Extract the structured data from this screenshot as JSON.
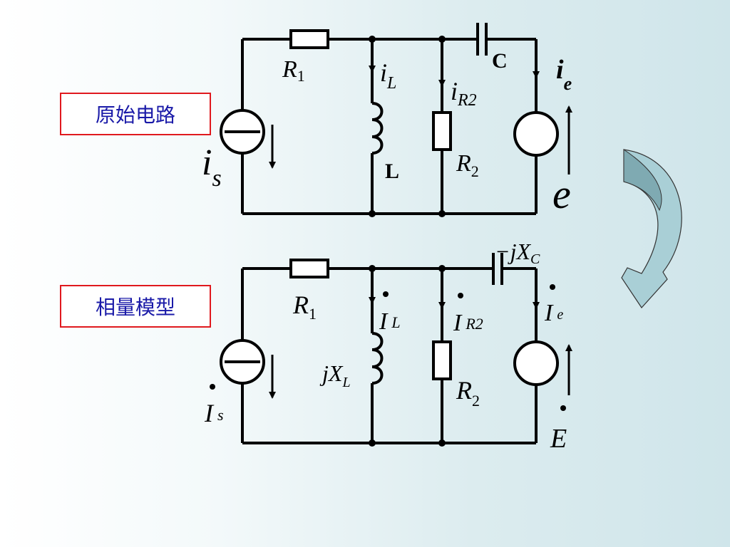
{
  "labels": {
    "original": "原始电路",
    "phasor": "相量模型"
  },
  "top_circuit": {
    "R1": "R",
    "R1_sub": "1",
    "iL": "i",
    "iL_sub": "L",
    "iR2": "i",
    "iR2_sub": "R2",
    "C": "C",
    "ie": "i",
    "ie_sub": "e",
    "is": "i",
    "is_sub": "s",
    "L": "L",
    "R2": "R",
    "R2_sub": "2",
    "e": "e"
  },
  "bottom_circuit": {
    "R1": "R",
    "R1_sub": "1",
    "XC": "−jX",
    "XC_sub": "C",
    "IL": "I",
    "IL_sub": "L",
    "IR2": "I",
    "IR2_sub": "R2",
    "Ie": "I",
    "Ie_sub": "e",
    "XL": "jX",
    "XL_sub": "L",
    "R2": "R",
    "R2_sub": "2",
    "Is": "I",
    "Is_sub": "s",
    "E": "E"
  },
  "colors": {
    "label_border": "#e0191e",
    "label_text": "#1a1aa8",
    "wire": "#000000",
    "arrow_fill": "#a9cfd6"
  }
}
